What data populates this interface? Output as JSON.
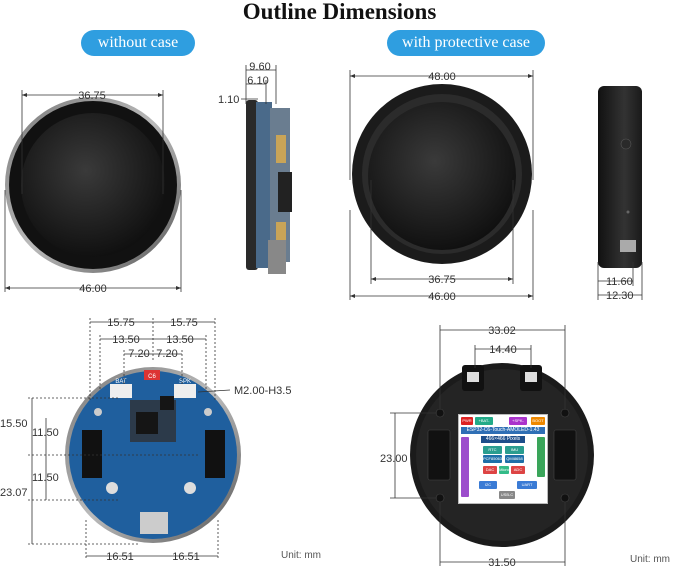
{
  "title": "Outline Dimensions",
  "badges": {
    "without_case": "without case",
    "with_case": "with protective case"
  },
  "dimensions": {
    "front_width_top": "36.75",
    "front_width_bottom": "46.00",
    "side_9_60": "9.60",
    "side_6_10": "6.10",
    "side_1_10": "1.10",
    "case_width_top": "48.00",
    "case_inner": "36.75",
    "case_outer": "46.00",
    "case_side_11_60": "11.60",
    "case_side_12_30": "12.30",
    "back_15_75_left": "15.75",
    "back_15_75_right": "15.75",
    "back_13_50_left": "13.50",
    "back_13_50_right": "13.50",
    "back_7_20_left": "7.20",
    "back_7_20_right": "7.20",
    "back_15_50": "15.50",
    "back_11_50_top": "11.50",
    "back_11_50_bottom": "11.50",
    "back_23_07": "23.07",
    "back_16_51_left": "16.51",
    "back_16_51_right": "16.51",
    "mount_hole": "M2.00-H3.5",
    "case_back_33_02": "33.02",
    "case_back_14_40": "14.40",
    "case_back_23_00": "23.00",
    "case_back_31_50": "31.50"
  },
  "board_labels": {
    "bat": "BAT",
    "spk": "SPK",
    "c6": "C6"
  },
  "panel": {
    "pwr": "PWR",
    "bat": "+BAT-",
    "spk": "+SPK-",
    "boot": "BOOT",
    "name": "ESP32-C6-Touch-AMOLED-1.43",
    "pixels": "466×466 Pixels",
    "rtc": "RTC",
    "rtc_chip": "PCF85063",
    "imu": "IMU",
    "imu_chip": "QMI8658",
    "dac": "DAC",
    "adc": "ADC",
    "sd": "Micro SD",
    "i2c": "I2C",
    "uart": "UART",
    "usbc": "USB-C"
  },
  "units": {
    "left": "Unit: mm",
    "right": "Unit: mm"
  },
  "colors": {
    "accent": "#2f9ee0",
    "board": "#1f5f9e",
    "case": "#1b1b1b"
  }
}
